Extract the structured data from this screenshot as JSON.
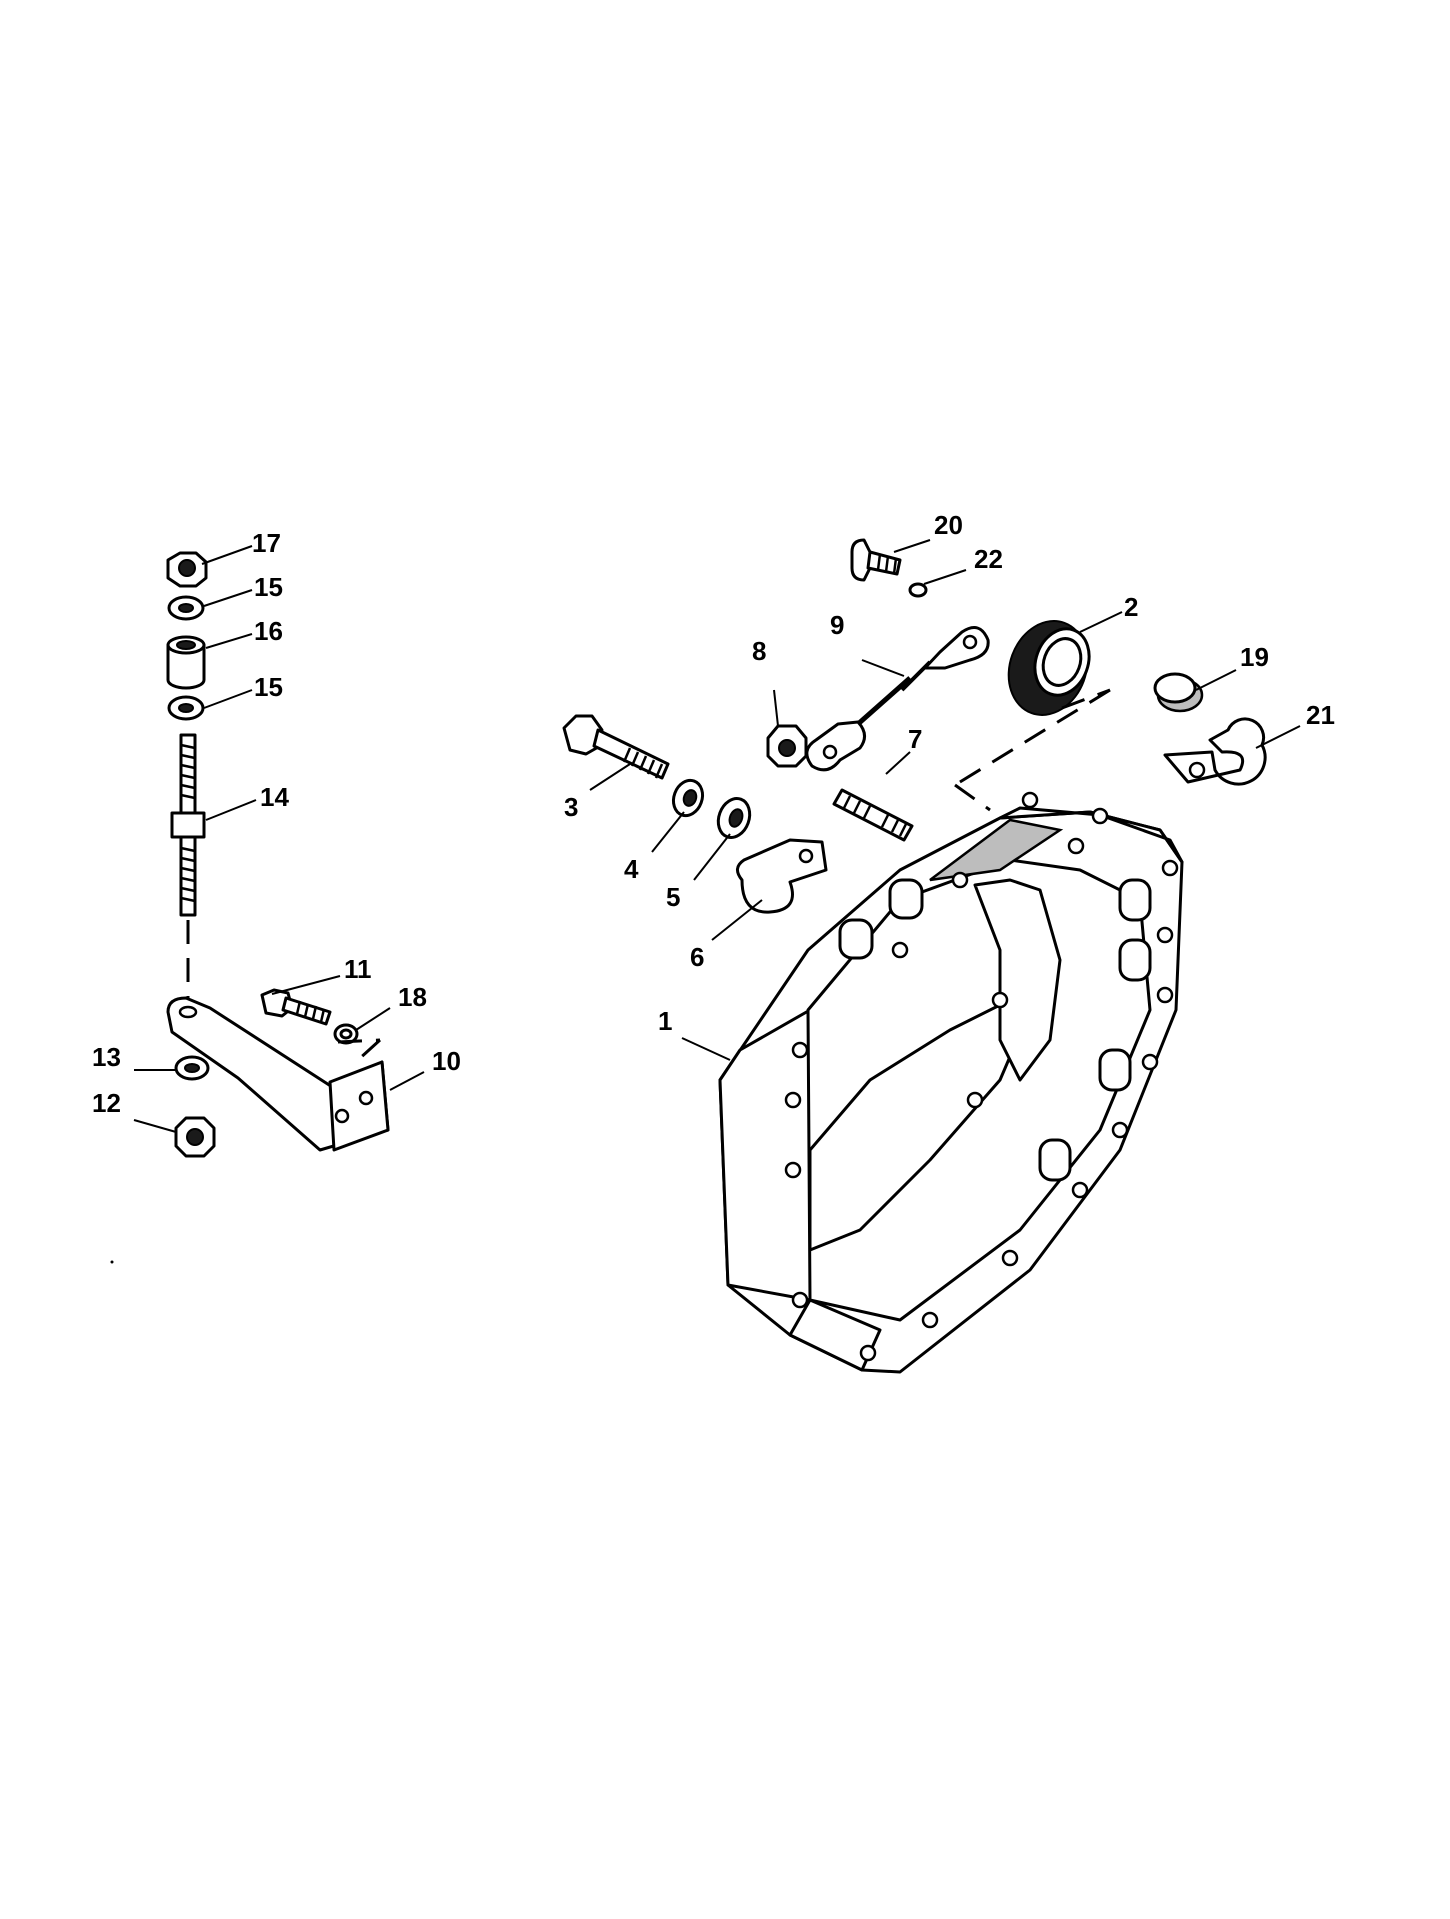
{
  "callouts": [
    {
      "id": "1",
      "text": "1"
    },
    {
      "id": "2",
      "text": "2"
    },
    {
      "id": "3",
      "text": "3"
    },
    {
      "id": "4",
      "text": "4"
    },
    {
      "id": "5",
      "text": "5"
    },
    {
      "id": "6",
      "text": "6"
    },
    {
      "id": "7",
      "text": "7"
    },
    {
      "id": "8",
      "text": "8"
    },
    {
      "id": "9",
      "text": "9"
    },
    {
      "id": "10",
      "text": "10"
    },
    {
      "id": "11",
      "text": "11"
    },
    {
      "id": "12",
      "text": "12"
    },
    {
      "id": "13",
      "text": "13"
    },
    {
      "id": "14",
      "text": "14"
    },
    {
      "id": "15a",
      "text": "15"
    },
    {
      "id": "15b",
      "text": "15"
    },
    {
      "id": "16",
      "text": "16"
    },
    {
      "id": "17",
      "text": "17"
    },
    {
      "id": "18",
      "text": "18"
    },
    {
      "id": "19",
      "text": "19"
    },
    {
      "id": "20",
      "text": "20"
    },
    {
      "id": "21",
      "text": "21"
    },
    {
      "id": "22",
      "text": "22"
    }
  ]
}
